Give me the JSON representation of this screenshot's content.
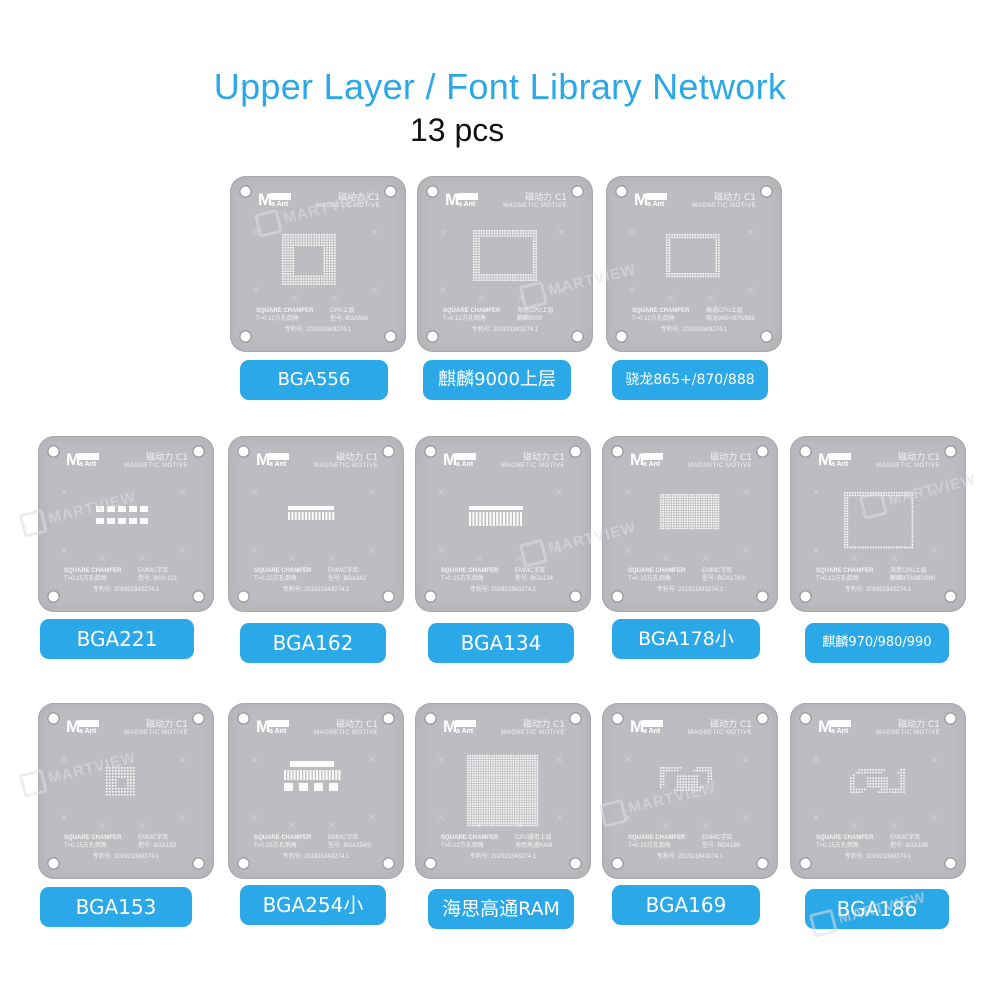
{
  "header": {
    "title": "Upper Layer / Font Library Network",
    "count": "13 pcs"
  },
  "stencil_text": {
    "brand_top": "M",
    "brand_bottom": "a Ant",
    "magnetic_cn": "磁动力 C1",
    "magnetic_en": "MAGNETIC MOTIVE",
    "square_chamfer": "SQUARE CHAMFER",
    "patent": "专利号: 201921843274.1"
  },
  "watermark": "MARTVIEW",
  "stencils": [
    {
      "label": "BGA556",
      "sub_left": "T=0.12方孔倒角",
      "sub_right": "CPU上层",
      "model": "型号: BGA556"
    },
    {
      "label": "麒麟9000上层",
      "sub_left": "T=0.12方孔倒角",
      "sub_right": "海思CPU上层",
      "model": "麒麟9000"
    },
    {
      "label": "骁龙865+/870/888",
      "sub_left": "T=0.12方孔倒角",
      "sub_right": "高通CPU上层",
      "model": "骁龙865+/870/888"
    },
    {
      "label": "BGA221",
      "sub_left": "T=0.15方孔倒角",
      "sub_right": "EMMC字库",
      "model": "型号: BGA 221"
    },
    {
      "label": "BGA162",
      "sub_left": "T=0.15方孔倒角",
      "sub_right": "EMMC字库",
      "model": "型号: BGA162"
    },
    {
      "label": "BGA134",
      "sub_left": "T=0.15方孔倒角",
      "sub_right": "EMMC字库",
      "model": "型号: BGA134"
    },
    {
      "label": "BGA178小",
      "sub_left": "T=0.15方孔倒角",
      "sub_right": "EMMC字库",
      "model": "型号: BGA178小"
    },
    {
      "label": "麒麟970/980/990",
      "sub_left": "T=0.12方孔倒角",
      "sub_right": "海思CPU上层",
      "model": "麒麟970/980/990"
    },
    {
      "label": "BGA153",
      "sub_left": "T=0.15方孔倒角",
      "sub_right": "EMMC字库",
      "model": "型号: BGA153"
    },
    {
      "label": "BGA254小",
      "sub_left": "T=0.15方孔倒角",
      "sub_right": "EMMC字库",
      "model": "型号: BGA254小"
    },
    {
      "label": "海思高通RAM",
      "sub_left": "T=0.12方孔倒角",
      "sub_right": "CPU通用上层",
      "model": "海思高通RAM"
    },
    {
      "label": "BGA169",
      "sub_left": "T=0.15方孔倒角",
      "sub_right": "EMMC字库",
      "model": "型号: BGA169"
    },
    {
      "label": "BGA186",
      "sub_left": "T=0.15方孔倒角",
      "sub_right": "EMMC字库",
      "model": "型号: BGA186"
    }
  ],
  "colors": {
    "accent": "#2aa8e8",
    "stencil": "#bcbdc0",
    "pad": "#ffffff"
  }
}
